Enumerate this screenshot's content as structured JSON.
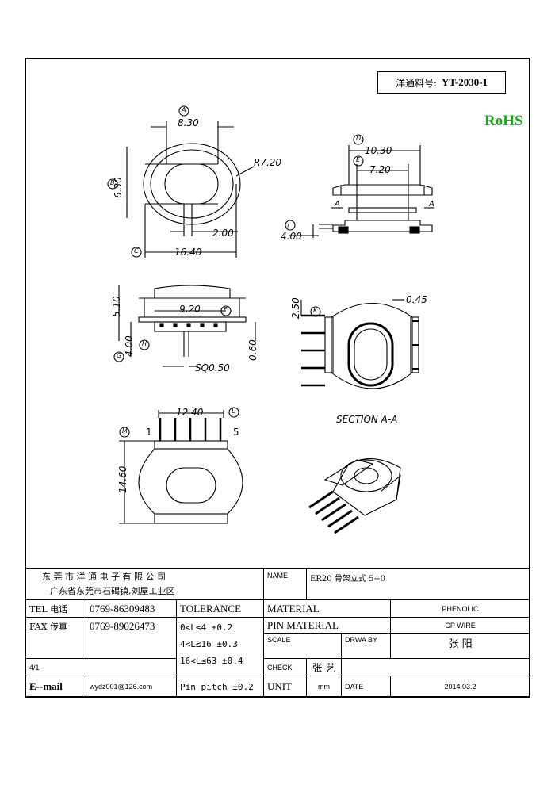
{
  "part_no": {
    "label": "洋通料号:",
    "value": "YT-2030-1"
  },
  "rohs": "RoHS",
  "drawing": {
    "dims": {
      "a_val": "8.30",
      "b_val": "6.30",
      "r_val": "R7.20",
      "c_val": "16.40",
      "two": "2.00",
      "d_val": "10.30",
      "e_val": "7.20",
      "j_val": "4.00",
      "sec_mark": "A",
      "h510": "5.10",
      "f_val": "9.20",
      "h_val": "4.00",
      "sq": "SQ0.50",
      "v060": "0.60",
      "k_val": "2.50",
      "t045": "0.45",
      "section": "SECTION A-A",
      "l_val": "12.40",
      "m_val": "14.60",
      "pin1": "1",
      "pin5": "5"
    },
    "callouts": {
      "A": "A",
      "B": "B",
      "C": "C",
      "D": "D",
      "E": "E",
      "F": "F",
      "G": "G",
      "H": "H",
      "J": "J",
      "K": "K",
      "L": "L",
      "M": "M"
    }
  },
  "title_block": {
    "company": "东 莞 市 洋 通 电 子 有 限 公 司",
    "address": "广东省东莞市石碣镇,刘屋工业区",
    "name_label": "NAME",
    "name_value": "ER20 骨架立式 5+0",
    "tel_label": "TEL 电话",
    "tel": "0769-86309483",
    "fax_label": "FAX 传真",
    "fax": "0769-89026473",
    "email_label": "E--mail",
    "email": "wydz001@126.com",
    "tolerance_label": "TOLERANCE",
    "tol1": "0<L≤4  ±0.2",
    "tol2": "4<L≤16 ±0.3",
    "tol3": "16<L≤63 ±0.4",
    "tol4": "Pin pitch ±0.2",
    "material_label": "MATERIAL",
    "material": "PHENOLIC",
    "pin_material_label": "PIN MATERIAL",
    "pin_material": "CP WIRE",
    "scale_label": "SCALE",
    "scale": "4/1",
    "drawn_label": "DRWA BY",
    "drawn": "张 阳",
    "check_label": "CHECK",
    "check": "张 艺",
    "unit_label": "UNIT",
    "unit": "mm",
    "date_label": "DATE",
    "date": "2014.03.2"
  }
}
